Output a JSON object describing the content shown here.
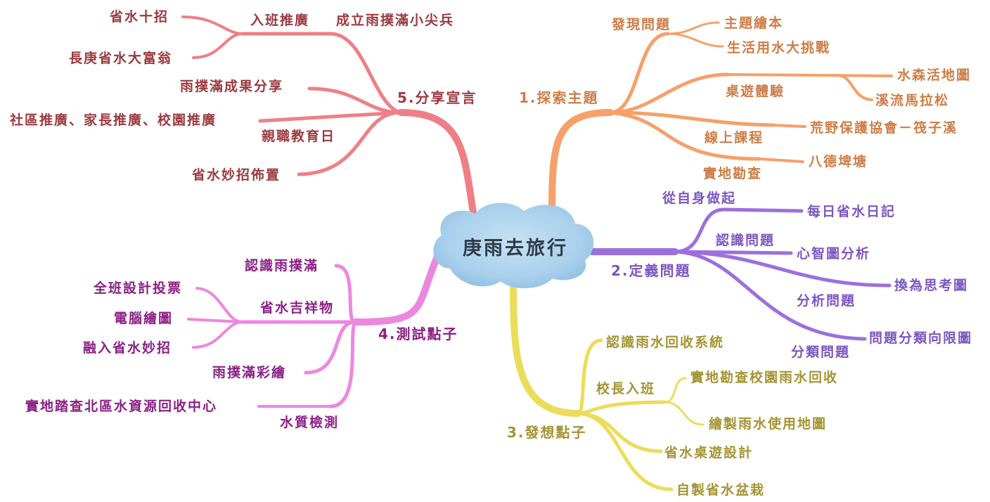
{
  "center": "庚雨去旅行",
  "branches": [
    {
      "id": "b1",
      "label": "1.探索主題",
      "color": "#f6a06a",
      "text_color": "#cd7d47",
      "children": [
        {
          "label": "發現問題",
          "children": [
            "主題繪本",
            "生活用水大挑戰"
          ]
        },
        {
          "label": "桌遊體驗",
          "children": [
            "水森活地圖",
            "溪流馬拉松"
          ]
        },
        {
          "label": "線上課程",
          "children": [
            "荒野保護協會－筏子溪"
          ]
        },
        {
          "label": "實地勘查",
          "children": [
            "八德埤塘"
          ]
        }
      ]
    },
    {
      "id": "b2",
      "label": "2.定義問題",
      "color": "#9c6fdf",
      "text_color": "#7c56bf",
      "children": [
        {
          "label": "從自身做起",
          "children": [
            "每日省水日記"
          ]
        },
        {
          "label": "認識問題",
          "children": [
            "心智圖分析"
          ]
        },
        {
          "label": "分析問題",
          "children": [
            "換為思考圖"
          ]
        },
        {
          "label": "分類問題",
          "children": [
            "問題分類向限圖"
          ]
        }
      ]
    },
    {
      "id": "b3",
      "label": "3.發想點子",
      "color": "#ebdd5a",
      "text_color": "#a49434",
      "children": [
        {
          "label": "認識雨水回收系統",
          "children": []
        },
        {
          "label": "校長入班",
          "children": [
            "實地勘查校園雨水回收",
            "繪製雨水使用地圖"
          ]
        },
        {
          "label": "省水桌遊設計",
          "children": []
        },
        {
          "label": "自製省水盆栽",
          "children": []
        }
      ]
    },
    {
      "id": "b4",
      "label": "4.測試點子",
      "color": "#ec87e0",
      "text_color": "#8b1f85",
      "children": [
        {
          "label": "認識雨撲滿",
          "children": []
        },
        {
          "label": "省水吉祥物",
          "children": [
            "全班設計投票",
            "電腦繪圖",
            "融入省水妙招"
          ]
        },
        {
          "label": "雨撲滿彩繪",
          "children": []
        },
        {
          "label": "水質檢測",
          "children": [
            "實地踏查北區水資源回收中心"
          ]
        }
      ]
    },
    {
      "id": "b5",
      "label": "5.分享宣言",
      "color": "#ef7f86",
      "text_color": "#9b3a3f",
      "children": [
        {
          "label": "入班推廣",
          "children": [
            "省水十招",
            "長庚省水大富翁"
          ]
        },
        {
          "label": "成立雨撲滿小尖兵",
          "children": []
        },
        {
          "label": "雨撲滿成果分享",
          "children": []
        },
        {
          "label": "親職教育日",
          "children": [
            "社區推廣、家長推廣、校園推廣"
          ]
        },
        {
          "label": "省水妙招佈置",
          "children": []
        }
      ]
    }
  ]
}
